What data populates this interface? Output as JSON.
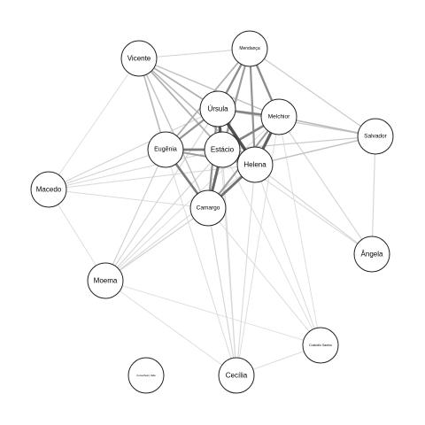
{
  "graph": {
    "nodes": [
      {
        "id": "vicente",
        "label": "Vicente"
      },
      {
        "id": "mendanca",
        "label": "Mendança"
      },
      {
        "id": "ursula",
        "label": "Úrsula"
      },
      {
        "id": "melchior",
        "label": "Melchior"
      },
      {
        "id": "salvador",
        "label": "Salvador"
      },
      {
        "id": "eugenia",
        "label": "Eugênia"
      },
      {
        "id": "estacio",
        "label": "Estácio"
      },
      {
        "id": "helena",
        "label": "Helena"
      },
      {
        "id": "macedo",
        "label": "Macedo"
      },
      {
        "id": "camargo",
        "label": "Camargo"
      },
      {
        "id": "angela",
        "label": "Ângela"
      },
      {
        "id": "moema",
        "label": "Moema"
      },
      {
        "id": "custodio",
        "label": "Custódio Santos"
      },
      {
        "id": "conselheiro",
        "label": "Conselheiro Valle"
      },
      {
        "id": "cecilia",
        "label": "Cecília"
      }
    ],
    "edges": [
      {
        "source": "estacio",
        "target": "helena",
        "weight": 0.95
      },
      {
        "source": "ursula",
        "target": "estacio",
        "weight": 0.8
      },
      {
        "source": "ursula",
        "target": "helena",
        "weight": 0.85
      },
      {
        "source": "melchior",
        "target": "helena",
        "weight": 0.75
      },
      {
        "source": "estacio",
        "target": "camargo",
        "weight": 0.7
      },
      {
        "source": "helena",
        "target": "camargo",
        "weight": 0.65
      },
      {
        "source": "eugenia",
        "target": "camargo",
        "weight": 0.6
      },
      {
        "source": "eugenia",
        "target": "estacio",
        "weight": 0.6
      },
      {
        "source": "ursula",
        "target": "melchior",
        "weight": 0.55
      },
      {
        "source": "melchior",
        "target": "estacio",
        "weight": 0.55
      },
      {
        "source": "mendanca",
        "target": "ursula",
        "weight": 0.5
      },
      {
        "source": "mendanca",
        "target": "melchior",
        "weight": 0.5
      },
      {
        "source": "mendanca",
        "target": "helena",
        "weight": 0.45
      },
      {
        "source": "mendanca",
        "target": "estacio",
        "weight": 0.4
      },
      {
        "source": "ursula",
        "target": "eugenia",
        "weight": 0.45
      },
      {
        "source": "ursula",
        "target": "camargo",
        "weight": 0.45
      },
      {
        "source": "melchior",
        "target": "camargo",
        "weight": 0.4
      },
      {
        "source": "eugenia",
        "target": "helena",
        "weight": 0.4
      },
      {
        "source": "vicente",
        "target": "ursula",
        "weight": 0.3
      },
      {
        "source": "vicente",
        "target": "estacio",
        "weight": 0.3
      },
      {
        "source": "vicente",
        "target": "helena",
        "weight": 0.25
      },
      {
        "source": "vicente",
        "target": "eugenia",
        "weight": 0.25
      },
      {
        "source": "vicente",
        "target": "camargo",
        "weight": 0.2
      },
      {
        "source": "vicente",
        "target": "melchior",
        "weight": 0.2
      },
      {
        "source": "vicente",
        "target": "mendanca",
        "weight": 0.1
      },
      {
        "source": "mendanca",
        "target": "eugenia",
        "weight": 0.3
      },
      {
        "source": "mendanca",
        "target": "camargo",
        "weight": 0.25
      },
      {
        "source": "salvador",
        "target": "melchior",
        "weight": 0.25
      },
      {
        "source": "salvador",
        "target": "helena",
        "weight": 0.2
      },
      {
        "source": "salvador",
        "target": "ursula",
        "weight": 0.15
      },
      {
        "source": "salvador",
        "target": "estacio",
        "weight": 0.15
      },
      {
        "source": "salvador",
        "target": "mendanca",
        "weight": 0.15
      },
      {
        "source": "salvador",
        "target": "angela",
        "weight": 0.1
      },
      {
        "source": "angela",
        "target": "melchior",
        "weight": 0.1
      },
      {
        "source": "angela",
        "target": "helena",
        "weight": 0.1
      },
      {
        "source": "angela",
        "target": "estacio",
        "weight": 0.08
      },
      {
        "source": "macedo",
        "target": "ursula",
        "weight": 0.1
      },
      {
        "source": "macedo",
        "target": "eugenia",
        "weight": 0.1
      },
      {
        "source": "macedo",
        "target": "estacio",
        "weight": 0.08
      },
      {
        "source": "macedo",
        "target": "helena",
        "weight": 0.08
      },
      {
        "source": "macedo",
        "target": "camargo",
        "weight": 0.06
      },
      {
        "source": "macedo",
        "target": "vicente",
        "weight": 0.05
      },
      {
        "source": "moema",
        "target": "eugenia",
        "weight": 0.12
      },
      {
        "source": "moema",
        "target": "camargo",
        "weight": 0.12
      },
      {
        "source": "moema",
        "target": "estacio",
        "weight": 0.1
      },
      {
        "source": "moema",
        "target": "ursula",
        "weight": 0.1
      },
      {
        "source": "moema",
        "target": "helena",
        "weight": 0.08
      },
      {
        "source": "moema",
        "target": "melchior",
        "weight": 0.06
      },
      {
        "source": "moema",
        "target": "macedo",
        "weight": 0.05
      },
      {
        "source": "moema",
        "target": "cecilia",
        "weight": 0.05
      },
      {
        "source": "cecilia",
        "target": "camargo",
        "weight": 0.1
      },
      {
        "source": "cecilia",
        "target": "estacio",
        "weight": 0.08
      },
      {
        "source": "cecilia",
        "target": "helena",
        "weight": 0.08
      },
      {
        "source": "cecilia",
        "target": "eugenia",
        "weight": 0.06
      },
      {
        "source": "cecilia",
        "target": "ursula",
        "weight": 0.06
      },
      {
        "source": "cecilia",
        "target": "melchior",
        "weight": 0.05
      },
      {
        "source": "cecilia",
        "target": "custodio",
        "weight": 0.05
      },
      {
        "source": "custodio",
        "target": "camargo",
        "weight": 0.06
      },
      {
        "source": "custodio",
        "target": "helena",
        "weight": 0.06
      },
      {
        "source": "custodio",
        "target": "estacio",
        "weight": 0.05
      },
      {
        "source": "custodio",
        "target": "melchior",
        "weight": 0.05
      },
      {
        "source": "custodio",
        "target": "moema",
        "weight": 0.04
      }
    ]
  },
  "colors": {
    "edge_strong": "#333333",
    "edge_weak": "#e6e6e6",
    "node_fill": "#ffffff",
    "node_stroke": "#222222",
    "background": "#ffffff"
  }
}
